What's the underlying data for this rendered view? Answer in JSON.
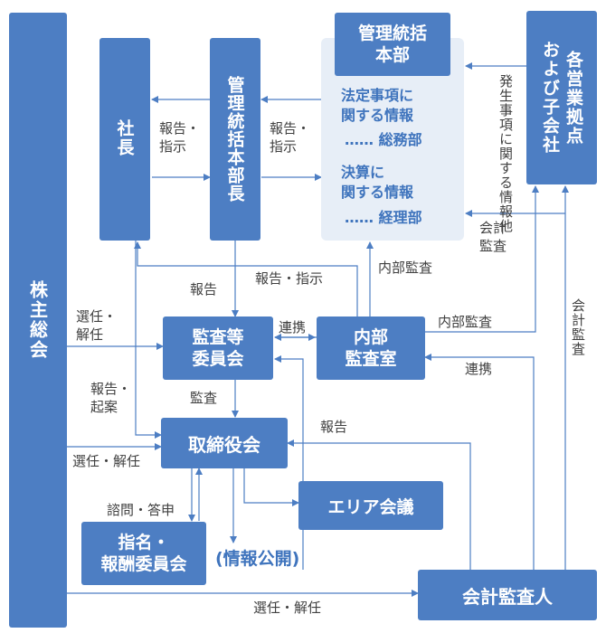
{
  "nodes": {
    "shareholders": "株主総会",
    "president": "社長",
    "general_manager": "管理統括本部長",
    "admin_hq": "管理統括\n本部",
    "branches": "各営業拠点\nおよび子会社",
    "audit_committee": "監査等\n委員会",
    "internal_audit": "内部\n監査室",
    "board": "取締役会",
    "area_meeting": "エリア会議",
    "nomination": "指名・\n報酬委員会",
    "accounting_auditor": "会計監査人"
  },
  "admin_panel": {
    "legal_title": "法定事項に\n関する情報",
    "legal_dept": "…… 総務部",
    "finance_title": "決算に\n関する情報",
    "finance_dept": "…… 経理部"
  },
  "labels": {
    "report_instruct_1": "報告・\n指示",
    "report_instruct_2": "報告・\n指示",
    "branch_report": "発生事項に関する情報他",
    "accounting_audit_h": "会計\n監査",
    "internal_audit_top": "内部監査",
    "report_instruct_h": "報告・指示",
    "report": "報告",
    "appoint_dismiss_1": "選任・\n解任",
    "cooperation_1": "連携",
    "internal_audit_right": "内部監査",
    "cooperation_2": "連携",
    "accounting_audit_v": "会計監査",
    "report_propose": "報告・\n起案",
    "audit": "監査",
    "report_2": "報告",
    "appoint_dismiss_2": "選任・解任",
    "consult_reply": "諮問・答申",
    "disclosure": "(情報公開)",
    "appoint_dismiss_3": "選任・解任"
  },
  "colors": {
    "box": "#4d7ec3",
    "line": "#4d7ec3",
    "panel": "#e7eef7",
    "text": "#404040"
  }
}
